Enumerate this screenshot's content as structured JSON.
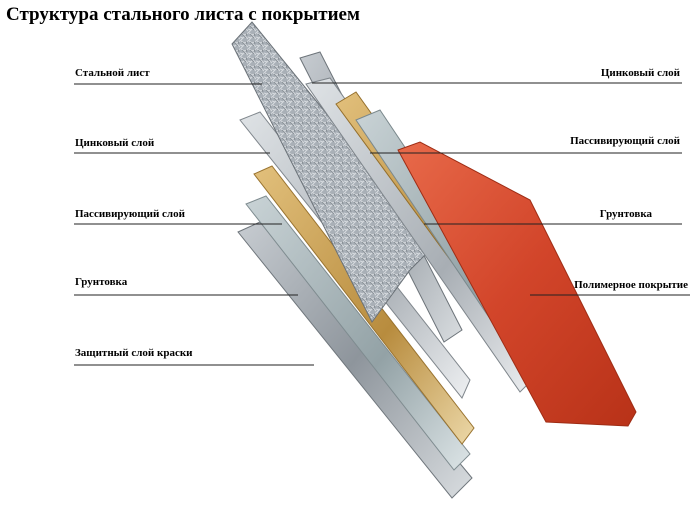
{
  "title": "Структура стального листа с покрытием",
  "left_labels": [
    "Стальной лист",
    "Цинковый слой",
    "Пассивирующий слой",
    "Грунтовка",
    "Защитный слой краски"
  ],
  "right_labels": [
    "Цинковый слой",
    "Пассивирующий слой",
    "Грунтовка",
    "Полимерное покрытие"
  ],
  "colors": {
    "steel": "#9aa1a8",
    "zinc": "#b9bec4",
    "passivation": "#c9a35a",
    "primer": "#a8b6bb",
    "polymer": "#d24a2a",
    "leader": "#222222"
  }
}
